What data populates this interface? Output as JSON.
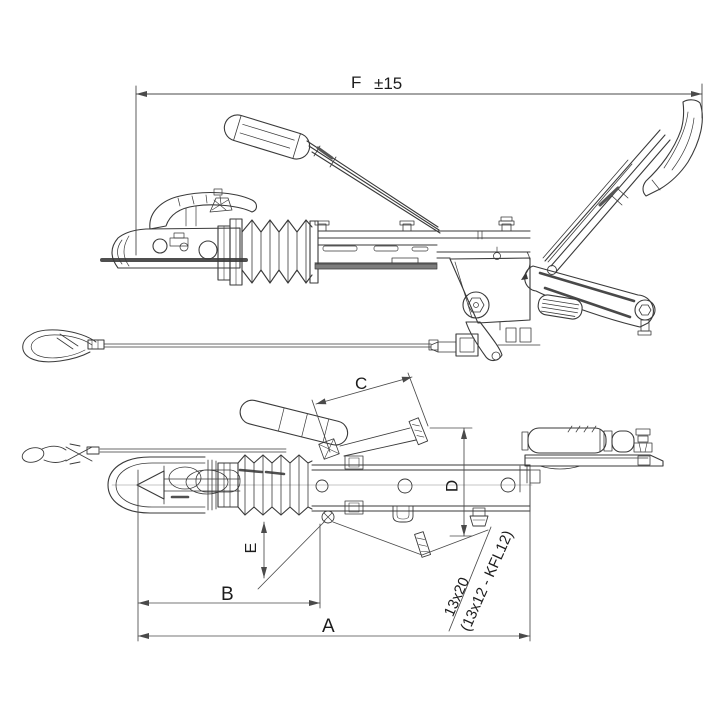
{
  "canvas": {
    "background": "#ffffff",
    "line_color": "#3a3a3a",
    "dim_color": "#4a4a4a"
  },
  "dimension_labels": {
    "f": "F",
    "f_tolerance": "±15",
    "c": "C",
    "d": "D",
    "e": "E",
    "b": "B",
    "a": "A",
    "slot_size": "13x20",
    "slot_alt": "(13x12 - KFL12)"
  }
}
